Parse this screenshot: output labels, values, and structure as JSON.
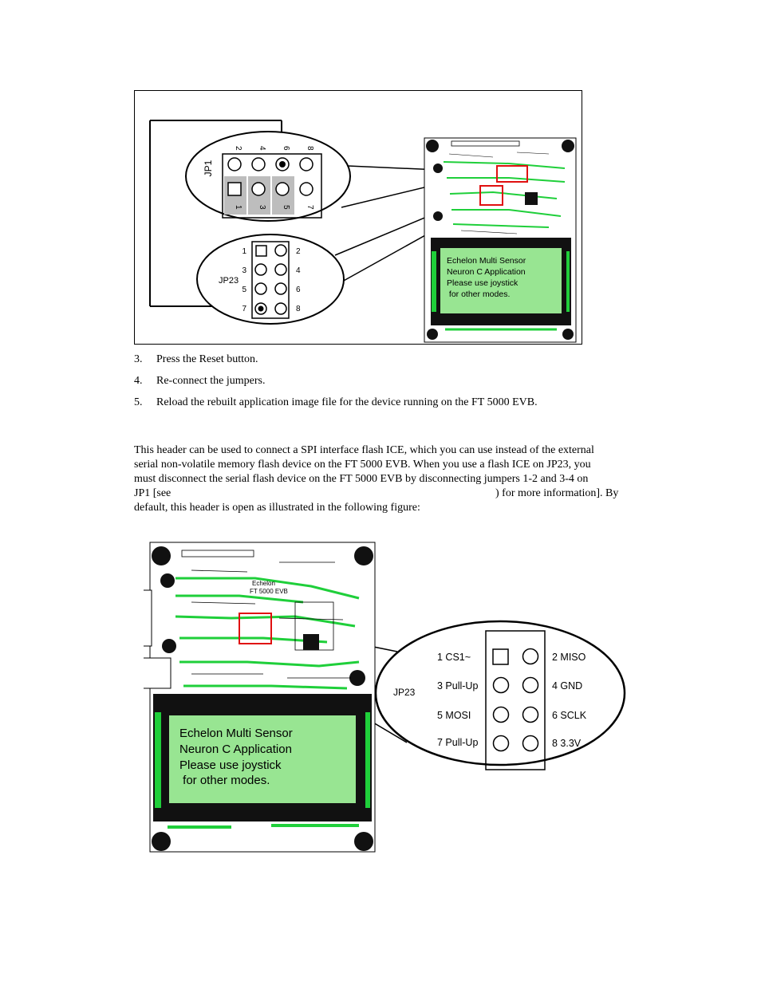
{
  "figure1": {
    "jp1_label": "JP1",
    "jp1_top_pins": [
      "2",
      "4",
      "6",
      "8"
    ],
    "jp1_bottom_pins": [
      "1",
      "3",
      "5",
      "7"
    ],
    "jp23_label": "JP23",
    "jp23_left_pins": [
      "1",
      "3",
      "5",
      "7"
    ],
    "jp23_right_pins": [
      "2",
      "4",
      "6",
      "8"
    ],
    "lcd_lines": [
      "Echelon Multi Sensor",
      "Neuron C Application",
      "Please use joystick",
      " for other modes."
    ]
  },
  "steps": [
    {
      "num": "3.",
      "text": "Press the Reset button."
    },
    {
      "num": "4.",
      "text": "Re-connect the jumpers."
    },
    {
      "num": "5.",
      "text": "Reload the rebuilt application image file for the device running on the FT 5000 EVB."
    }
  ],
  "paragraph": {
    "line1": "This header can be used to connect a SPI interface flash ICE, which you can use instead of the external",
    "line2": "serial non-volatile memory flash device on the FT 5000 EVB.  When you use a flash ICE on JP23, you",
    "line3": "must disconnect the serial flash device on the FT 5000 EVB by disconnecting jumpers 1-2 and 3-4 on",
    "line4_a": "JP1 [see",
    "line4_b": ") for more information].  By",
    "line5": "default, this header is open as illustrated in the following figure:"
  },
  "figure2": {
    "board_brand": "Echelon",
    "board_name": "FT 5000 EVB",
    "jp23_label": "JP23",
    "pins_left": [
      "1 CS1~",
      "3 Pull-Up",
      "5 MOSI",
      "7 Pull-Up"
    ],
    "pins_right": [
      "2 MISO",
      "4 GND",
      "6 SCLK",
      "8 3.3V"
    ],
    "lcd_lines": [
      "Echelon Multi Sensor",
      "Neuron C Application",
      "Please use joystick",
      " for other modes."
    ]
  },
  "colors": {
    "pcb_green": "#1fcf3a",
    "lcd_fill": "#98e592",
    "highlight_red": "#e01010",
    "jumper_gray": "#bdbdbd"
  }
}
